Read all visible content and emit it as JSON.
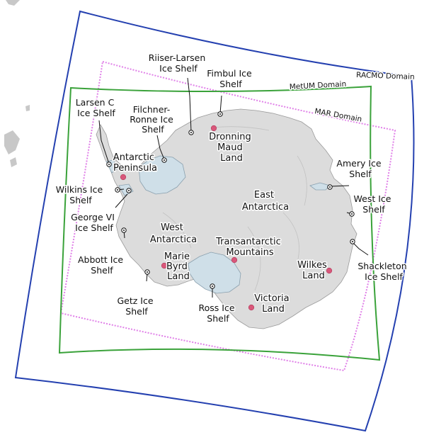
{
  "map": {
    "domains": [
      {
        "id": "racmo",
        "label": "RACMO Domain",
        "color": "#2440b0"
      },
      {
        "id": "metum",
        "label": "MetUM Domain",
        "color": "#3aa23a"
      },
      {
        "id": "mar",
        "label": "MAR Domain",
        "color": "#e080e8"
      }
    ],
    "colors": {
      "land": "#dcdcdc",
      "ice_shelf": "#cfdfe8",
      "region_point": "#d9577a",
      "other_land": "#c8c8c8"
    },
    "regions": {
      "dronning_maud_land": [
        "Dronning",
        "Maud",
        "Land"
      ],
      "antarctic_peninsula": [
        "Antarctic",
        "Peninsula"
      ],
      "east_antarctica": [
        "East",
        "Antarctica"
      ],
      "west_antarctica": [
        "West",
        "Antarctica"
      ],
      "transantarctic_mountains": [
        "Transantarctic",
        "Mountains"
      ],
      "marie_byrd_land": [
        "Marie",
        "Byrd",
        "Land"
      ],
      "wilkes_land": [
        "Wilkes",
        "Land"
      ],
      "victoria_land": [
        "Victoria",
        "Land"
      ]
    },
    "ice_shelves": {
      "riiser_larsen": [
        "Riiser-Larsen",
        "Ice Shelf"
      ],
      "fimbul": [
        "Fimbul Ice",
        "Shelf"
      ],
      "larsen_c": [
        "Larsen C",
        "Ice Shelf"
      ],
      "filchner_ronne": [
        "Filchner-",
        "Ronne Ice",
        "Shelf"
      ],
      "amery": [
        "Amery Ice",
        "Shelf"
      ],
      "wilkins": [
        "Wilkins Ice",
        "Shelf"
      ],
      "west": [
        "West Ice",
        "Shelf"
      ],
      "george_vi": [
        "George VI",
        "Ice Shelf"
      ],
      "abbott": [
        "Abbott Ice",
        "Shelf"
      ],
      "shackleton": [
        "Shackleton",
        "Ice Shelf"
      ],
      "getz": [
        "Getz Ice",
        "Shelf"
      ],
      "ross": [
        "Ross Ice",
        "Shelf"
      ]
    }
  }
}
